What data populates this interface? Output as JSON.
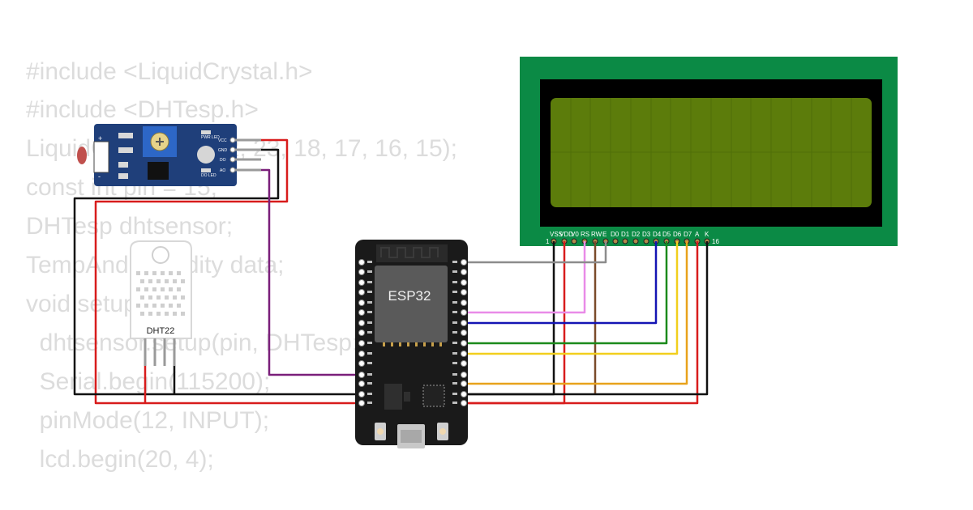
{
  "code": {
    "lines": [
      "#include <LiquidCrystal.h>",
      "#include <DHTesp.h>",
      "LiquidCrystal lcd(22, 23, 18, 17, 16, 15);",
      "const int pin = 15;",
      "DHTesp dhtsensor;",
      "TempAndHumidity data;",
      "void setup() {",
      "  dhtsensor.setup(pin, DHTesp::DHT22);",
      "  Serial.begin(115200);",
      "  pinMode(12, INPUT);",
      "  lcd.begin(20, 4);"
    ]
  },
  "esp32": {
    "chip_label": "ESP32"
  },
  "dht22": {
    "label": "DHT22"
  },
  "ldr_module": {
    "pins": [
      "VCC",
      "GND",
      "DO",
      "AO"
    ],
    "pwr_led": "PWR LED",
    "do_led": "DO LED"
  },
  "lcd": {
    "pins": [
      "VSS",
      "VDD",
      "V0",
      "RS",
      "RW",
      "E",
      "D0",
      "D1",
      "D2",
      "D3",
      "D4",
      "D5",
      "D6",
      "D7",
      "A",
      "K"
    ],
    "pin_first": "1",
    "pin_last": "16"
  },
  "colors": {
    "wire_red": "#d81c1c",
    "wire_black": "#111111",
    "wire_gray": "#8c8c8c",
    "wire_pink": "#e98be8",
    "wire_brown": "#7a4b2a",
    "wire_blue": "#1414b4",
    "wire_green": "#1b8a1b",
    "wire_yellow": "#f2cf1d",
    "wire_orange": "#e8a21b",
    "wire_purple": "#7a1f7a",
    "lcd_pcb": "#0b8a45",
    "lcd_screen": "#5c7c0b",
    "esp_board": "#1a1a1a",
    "module_pcb": "#1f3f7a"
  }
}
